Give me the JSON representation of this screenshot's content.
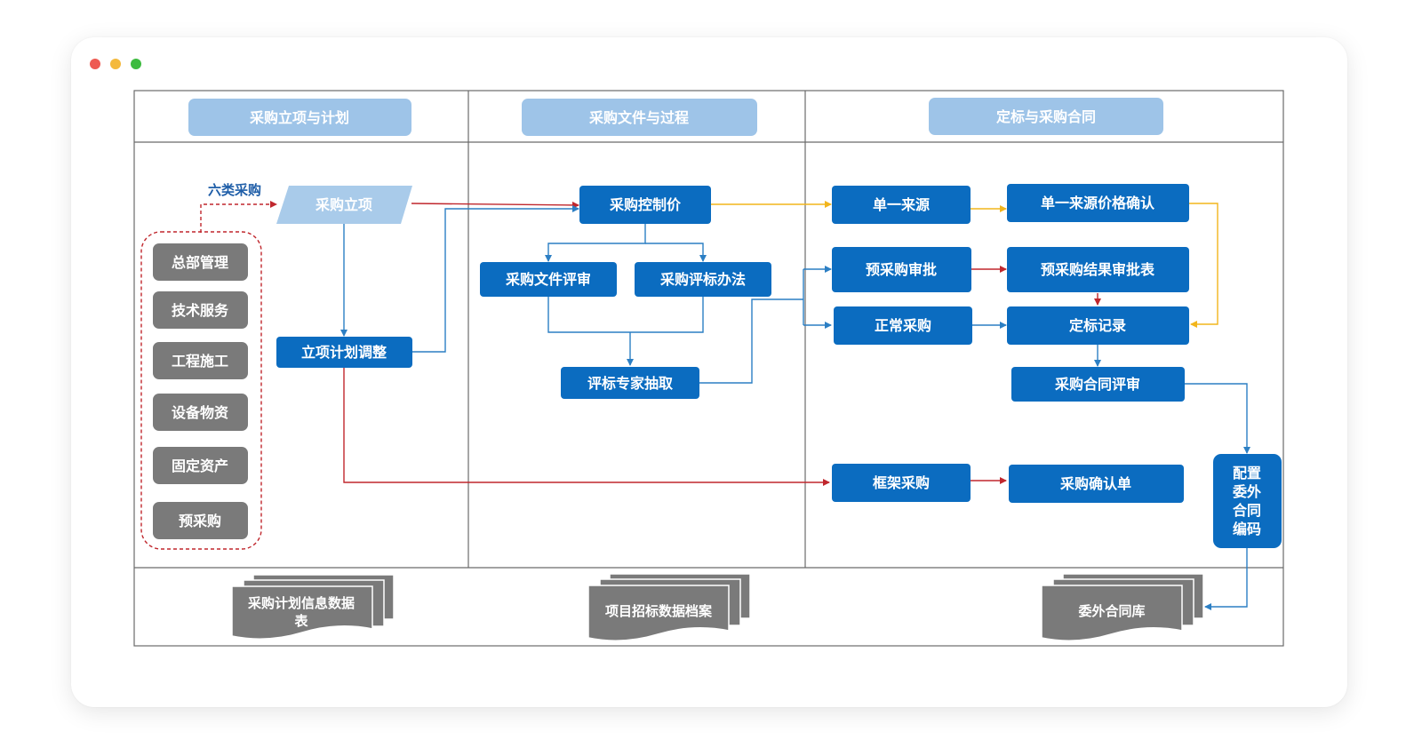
{
  "window": {
    "controls": [
      "close",
      "minimize",
      "maximize"
    ]
  },
  "colors": {
    "box_blue": "#0b6cc0",
    "header_blue": "#9ec4e8",
    "para_blue": "#a9cbea",
    "gray_box": "#7a7a7a",
    "red_arrow": "#c0272d",
    "yellow_arrow": "#f2b51c",
    "blue_arrow": "#2c7fc4",
    "group_label": "#1f5ea8"
  },
  "lanes": {
    "plan": "采购立项与计划",
    "process": "采购文件与过程",
    "contract": "定标与采购合同"
  },
  "group": {
    "label": "六类采购",
    "items": [
      "总部管理",
      "技术服务",
      "工程施工",
      "设备物资",
      "固定资产",
      "预采购"
    ]
  },
  "nodes": {
    "initiation": "采购立项",
    "plan_adjust": "立项计划调整",
    "control_price": "采购控制价",
    "doc_review": "采购文件评审",
    "eval_method": "采购评标办法",
    "expert_draw": "评标专家抽取",
    "single_source": "单一来源",
    "single_price_confirm": "单一来源价格确认",
    "pre_approval": "预采购审批",
    "pre_result_approval": "预采购结果审批表",
    "normal_purchase": "正常采购",
    "award_record": "定标记录",
    "contract_review": "采购合同评审",
    "framework_purchase": "框架采购",
    "purchase_confirm": "采购确认单",
    "assign_code": [
      "配置",
      "委外",
      "合同",
      "编码"
    ]
  },
  "databases": {
    "plan_table": [
      "采购计划信息数据",
      "表"
    ],
    "bid_archive": "项目招标数据档案",
    "contract_repo": "委外合同库"
  }
}
